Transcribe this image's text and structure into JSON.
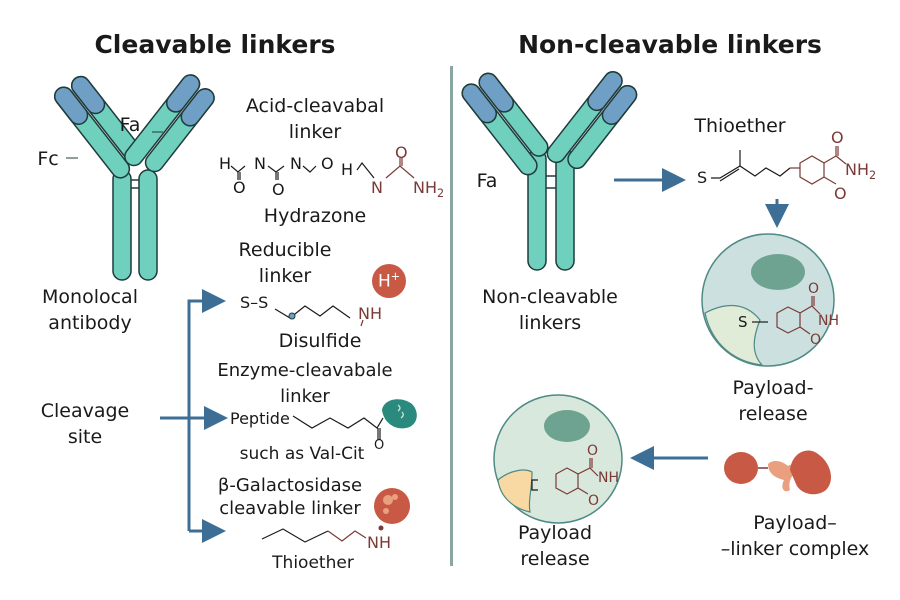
{
  "titles": {
    "left": "Cleavable linkers",
    "right": "Non-cleavable linkers"
  },
  "left_panel": {
    "antibody": {
      "fa_label": "Fa",
      "fc_label": "Fc",
      "caption_line1": "Monolocal",
      "caption_line2": "antibody"
    },
    "acid_linker": {
      "title_line1": "Acid-cleavabal",
      "title_line2": "linker",
      "structure_label": "Hydrazone",
      "atoms": [
        "H",
        "N",
        "N",
        "O",
        "H",
        "O",
        "O",
        "N",
        "O",
        "NH2"
      ]
    },
    "reducible_linker": {
      "title_line1": "Reducible",
      "title_line2": "linker",
      "structure_prefix": "S–S",
      "amine": "NH",
      "structure_label": "Disulfide",
      "badge": "H+"
    },
    "cleavage_site": {
      "line1": "Cleavage",
      "line2": "site"
    },
    "enzyme_linker": {
      "title_line1": "Enzyme-cleavabale",
      "title_line2": "linker",
      "structure_prefix": "Peptide",
      "carbonyl": "O",
      "structure_label": "such as Val-Cit"
    },
    "galactosidase_linker": {
      "title_line1": "β-Galactosidase",
      "title_line2": "cleavable linker",
      "amine": "NH",
      "structure_label": "Thioether"
    }
  },
  "right_panel": {
    "antibody": {
      "fa_label": "Fa",
      "caption_line1": "Non-cleavable",
      "caption_line2": "linkers"
    },
    "thioether": {
      "title": "Thioether",
      "sulfur": "S",
      "carbonyl": "O",
      "amide": "NH2",
      "ring_oxygen": "O"
    },
    "cell_top": {
      "sulfur": "S",
      "carbonyl": "O",
      "amide": "NH",
      "ring_oxygen": "O",
      "caption_line1": "Payload-",
      "caption_line2": "release"
    },
    "complex": {
      "caption_line1": "Payload–",
      "caption_line2": "–linker complex"
    },
    "cell_bottom": {
      "carbonyl": "O",
      "amide": "NH",
      "ring_oxygen": "O",
      "caption_line1": "Payload",
      "caption_line2": "release"
    }
  },
  "colors": {
    "teal": "#6fd0bd",
    "steel_blue": "#6f9fc4",
    "outline": "#1f3b3b",
    "arrow": "#3d6f96",
    "divider": "#8aa6a0",
    "maroon": "#7a3a36",
    "red": "#c85a45",
    "dark_teal": "#2b8a7e",
    "cell_blue": "#cde0e0",
    "cell_green": "#d9e8dc",
    "nucleus": "#6ea392",
    "cream": "#f8d9a3",
    "salmon": "#eaa07f"
  }
}
